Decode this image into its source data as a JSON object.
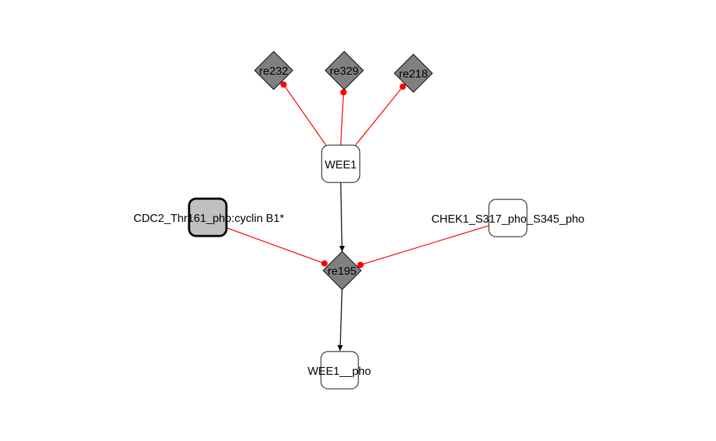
{
  "nodes": {
    "wee1": "WEE1",
    "wee1_pho": "WEE1__pho",
    "cdc2": "CDC2_Thr161_pho:cyclin B1*",
    "chek1": "CHEK1_S317_pho_S345_pho"
  },
  "reactions": {
    "re232": "re232",
    "re329": "re329",
    "re218": "re218",
    "re195": "re195"
  },
  "colors": {
    "modulation_edge": "#ff0000",
    "flow_edge": "#000000",
    "reaction_fill": "#808080",
    "complex_fill": "#c0c0c0",
    "species_fill": "#ffffff"
  }
}
